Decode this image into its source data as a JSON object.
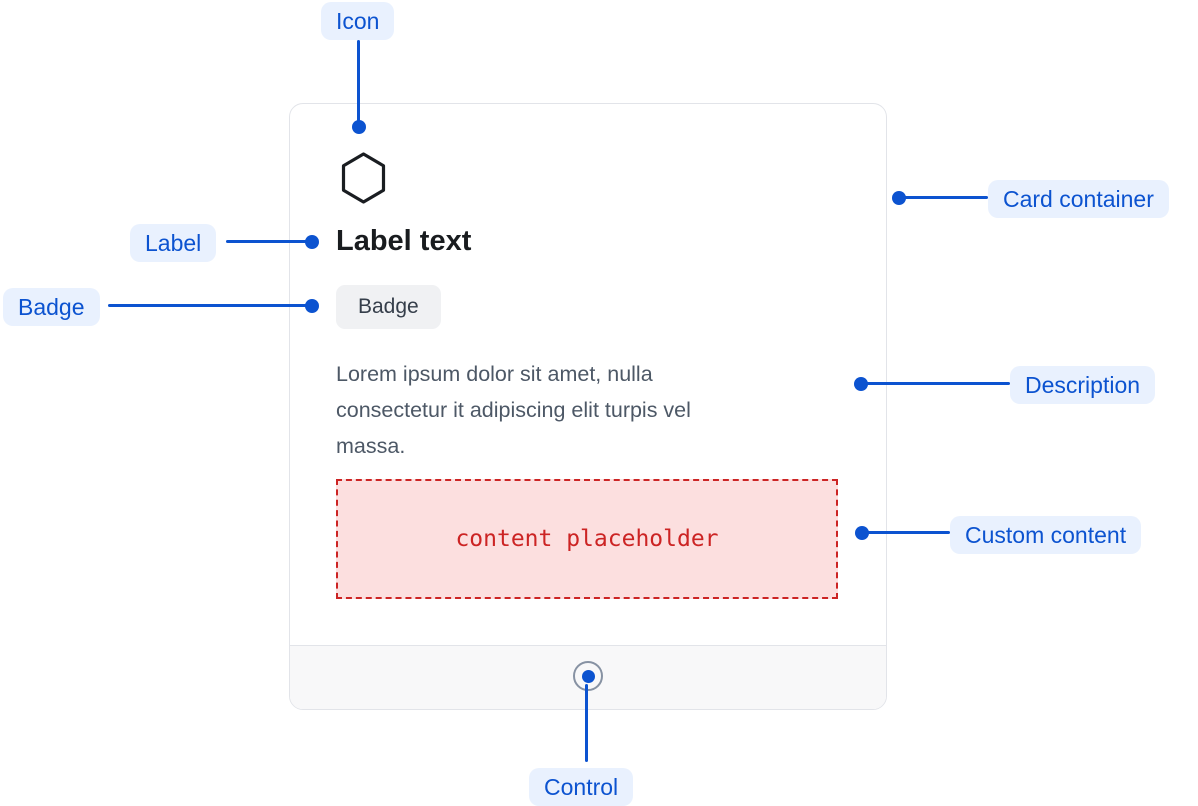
{
  "annotations": {
    "icon": "Icon",
    "label": "Label",
    "badge": "Badge",
    "card_container": "Card container",
    "description": "Description",
    "custom_content": "Custom content",
    "control": "Control"
  },
  "card": {
    "icon": "hexagon-icon",
    "label": "Label text",
    "badge": "Badge",
    "description_lines": [
      "Lorem ipsum dolor sit amet, nulla",
      "consectetur it adipiscing elit turpis vel",
      "massa."
    ],
    "description_full": "Lorem ipsum dolor sit amet, nulla consectetur it adipiscing elit turpis vel massa.",
    "placeholder": "content placeholder"
  },
  "colors": {
    "annotation_blue": "#0C53D0",
    "pill_bg": "#E9F1FE",
    "card_bg": "#FFFFFF",
    "card_border": "#E2E4E9",
    "footer_bg": "#F8F8F9",
    "badge_bg": "#F0F1F3",
    "badge_text": "#353E4A",
    "heading_text": "#191C1F",
    "description_text": "#4D5866",
    "placeholder_bg": "#FCDFDF",
    "placeholder_red": "#CC2424",
    "control_ring": "#8792A3"
  }
}
